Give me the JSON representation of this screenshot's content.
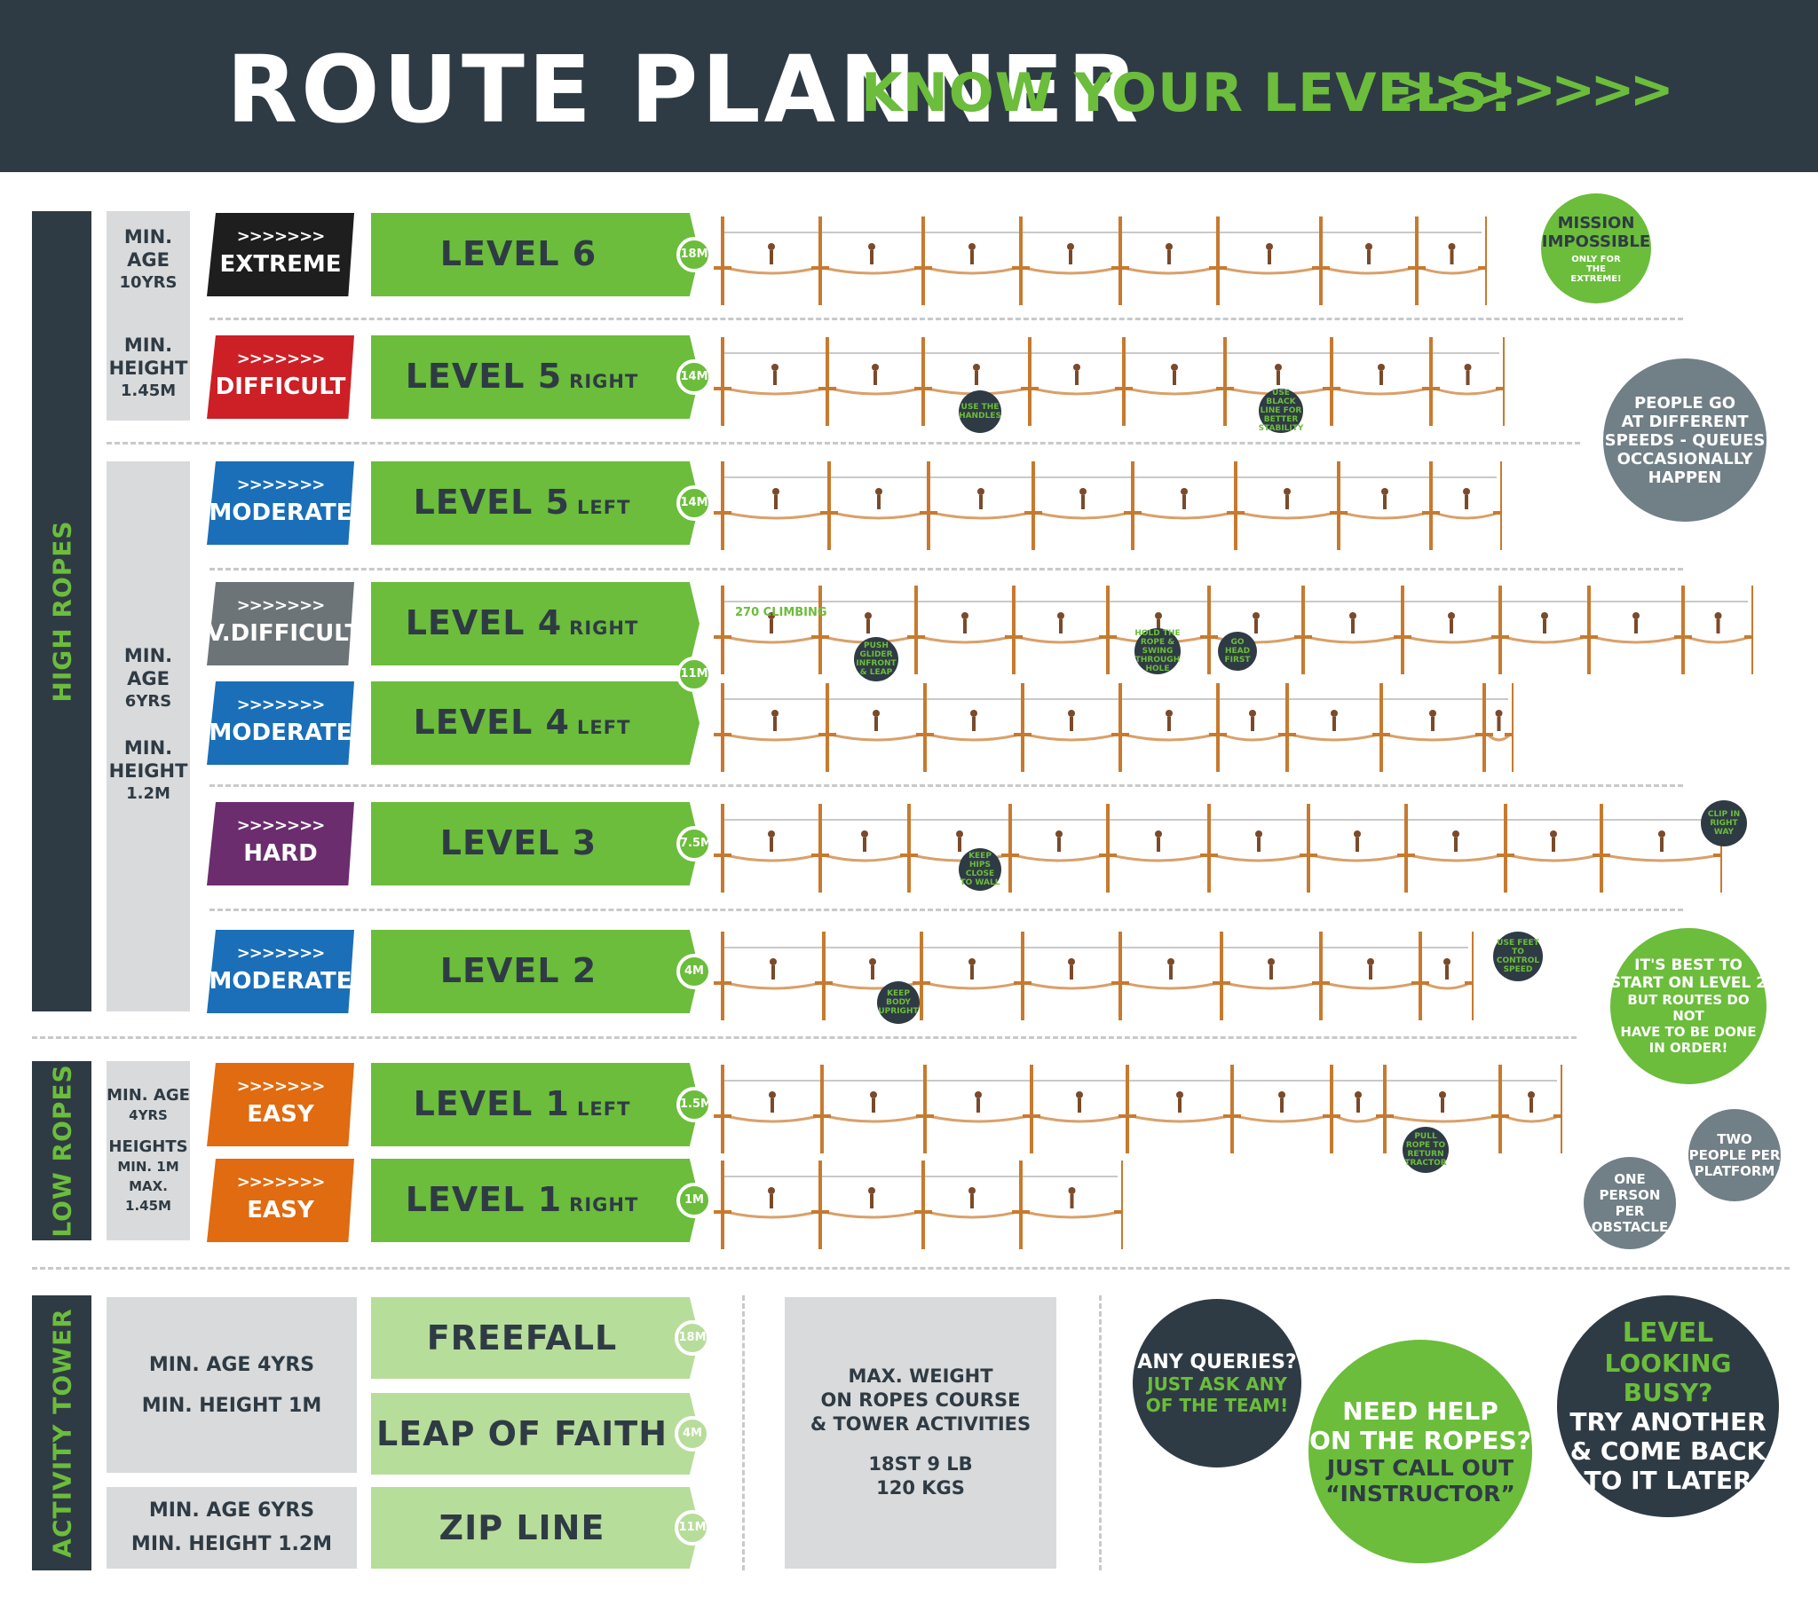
{
  "header": {
    "title": "ROUTE PLANNER",
    "subtitle": "KNOW YOUR LEVELS!",
    "arrows": ">>>>>>>"
  },
  "sections": {
    "high": "HIGH ROPES",
    "low": "LOW ROPES",
    "tower": "ACTIVITY TOWER"
  },
  "requirements": {
    "r1": [
      "MIN.",
      "AGE",
      "10YRS"
    ],
    "r2": [
      "MIN.",
      "HEIGHT",
      "1.45M"
    ],
    "r3": [
      "MIN.",
      "AGE",
      "6YRS",
      "",
      "MIN.",
      "HEIGHT",
      "1.2M"
    ],
    "r4": [
      "MIN. AGE",
      "4YRS",
      "",
      "HEIGHTS",
      "MIN. 1M",
      "MAX. 1.45M"
    ]
  },
  "levels": [
    {
      "chev": ">>>>>>>",
      "difficulty": "EXTREME",
      "color": "#1e1e1e",
      "name": "LEVEL 6",
      "side": "",
      "height": "18M"
    },
    {
      "chev": ">>>>>>>",
      "difficulty": "DIFFICULT",
      "color": "#cc1f26",
      "name": "LEVEL 5",
      "side": "RIGHT",
      "height": "14M"
    },
    {
      "chev": ">>>>>>>",
      "difficulty": "MODERATE",
      "color": "#1a6fb8",
      "name": "LEVEL 5",
      "side": "LEFT",
      "height": "14M"
    },
    {
      "chev": ">>>>>>>",
      "difficulty": "V.DIFFICULT",
      "color": "#6d7478",
      "name": "LEVEL 4",
      "side": "RIGHT",
      "height": ""
    },
    {
      "chev": ">>>>>>>",
      "difficulty": "MODERATE",
      "color": "#1a6fb8",
      "name": "LEVEL 4",
      "side": "LEFT",
      "height": ""
    },
    {
      "chev": ">>>>>>>",
      "difficulty": "HARD",
      "color": "#6b2d6e",
      "name": "LEVEL 3",
      "side": "",
      "height": "7.5M"
    },
    {
      "chev": ">>>>>>>",
      "difficulty": "MODERATE",
      "color": "#1a6fb8",
      "name": "LEVEL 2",
      "side": "",
      "height": "4M"
    },
    {
      "chev": ">>>>>>>",
      "difficulty": "EASY",
      "color": "#e06b11",
      "name": "LEVEL 1",
      "side": "LEFT",
      "height": "1.5M"
    },
    {
      "chev": ">>>>>>>",
      "difficulty": "EASY",
      "color": "#e06b11",
      "name": "LEVEL 1",
      "side": "RIGHT",
      "height": "1M"
    }
  ],
  "level4_height": "11M",
  "tips": {
    "t1": "USE THE HANDLES",
    "t2": "USE BLACK LINE FOR BETTER STABILITY",
    "t3": "PUSH GLIDER INFRONT & LEAP",
    "t4": "HOLD THE ROPE & SWING THROUGH HOLE",
    "t5": "GO HEAD FIRST",
    "t6": "KEEP HIPS CLOSE TO WALL",
    "t7": "CLIP IN RIGHT WAY",
    "t8": "KEEP BODY UPRIGHT",
    "t9": "USE FEET TO CONTROL SPEED",
    "t10": "PULL ROPE TO RETURN TRACTOR"
  },
  "climbing_logo": "270 CLIMBING",
  "notes": {
    "mission": [
      "MISSION",
      "IMPOSSIBLE",
      "ONLY FOR THE EXTREME!"
    ],
    "people": [
      "PEOPLE GO",
      "AT DIFFERENT",
      "SPEEDS - QUEUES",
      "OCCASIONALLY",
      "HAPPEN"
    ],
    "best": [
      "IT'S BEST TO",
      "START ON LEVEL 2",
      "BUT ROUTES DO NOT",
      "HAVE TO BE DONE",
      "IN ORDER!"
    ],
    "two": [
      "TWO",
      "PEOPLE PER",
      "PLATFORM"
    ],
    "one": [
      "ONE",
      "PERSON PER",
      "OBSTACLE"
    ]
  },
  "tower": {
    "req1": [
      "MIN. AGE  4YRS",
      "MIN. HEIGHT  1M"
    ],
    "req2": [
      "MIN. AGE  6YRS",
      "MIN. HEIGHT  1.2M"
    ],
    "activities": [
      {
        "name": "FREEFALL",
        "height": "18M"
      },
      {
        "name": "LEAP OF FAITH",
        "height": "4M"
      },
      {
        "name": "ZIP LINE",
        "height": "11M"
      }
    ],
    "weight": [
      "MAX. WEIGHT",
      "ON ROPES COURSE",
      "& TOWER ACTIVITIES",
      "",
      "18ST 9 LB",
      "120 KGS"
    ]
  },
  "bottom_circles": {
    "queries": [
      "ANY QUERIES?",
      "JUST ASK ANY",
      "OF THE TEAM!"
    ],
    "help": [
      "NEED HELP",
      "ON THE ROPES?",
      "JUST CALL OUT",
      "“INSTRUCTOR”"
    ],
    "busy": [
      "LEVEL",
      "LOOKING BUSY?",
      "TRY ANOTHER",
      "& COME BACK",
      "TO IT LATER"
    ]
  }
}
